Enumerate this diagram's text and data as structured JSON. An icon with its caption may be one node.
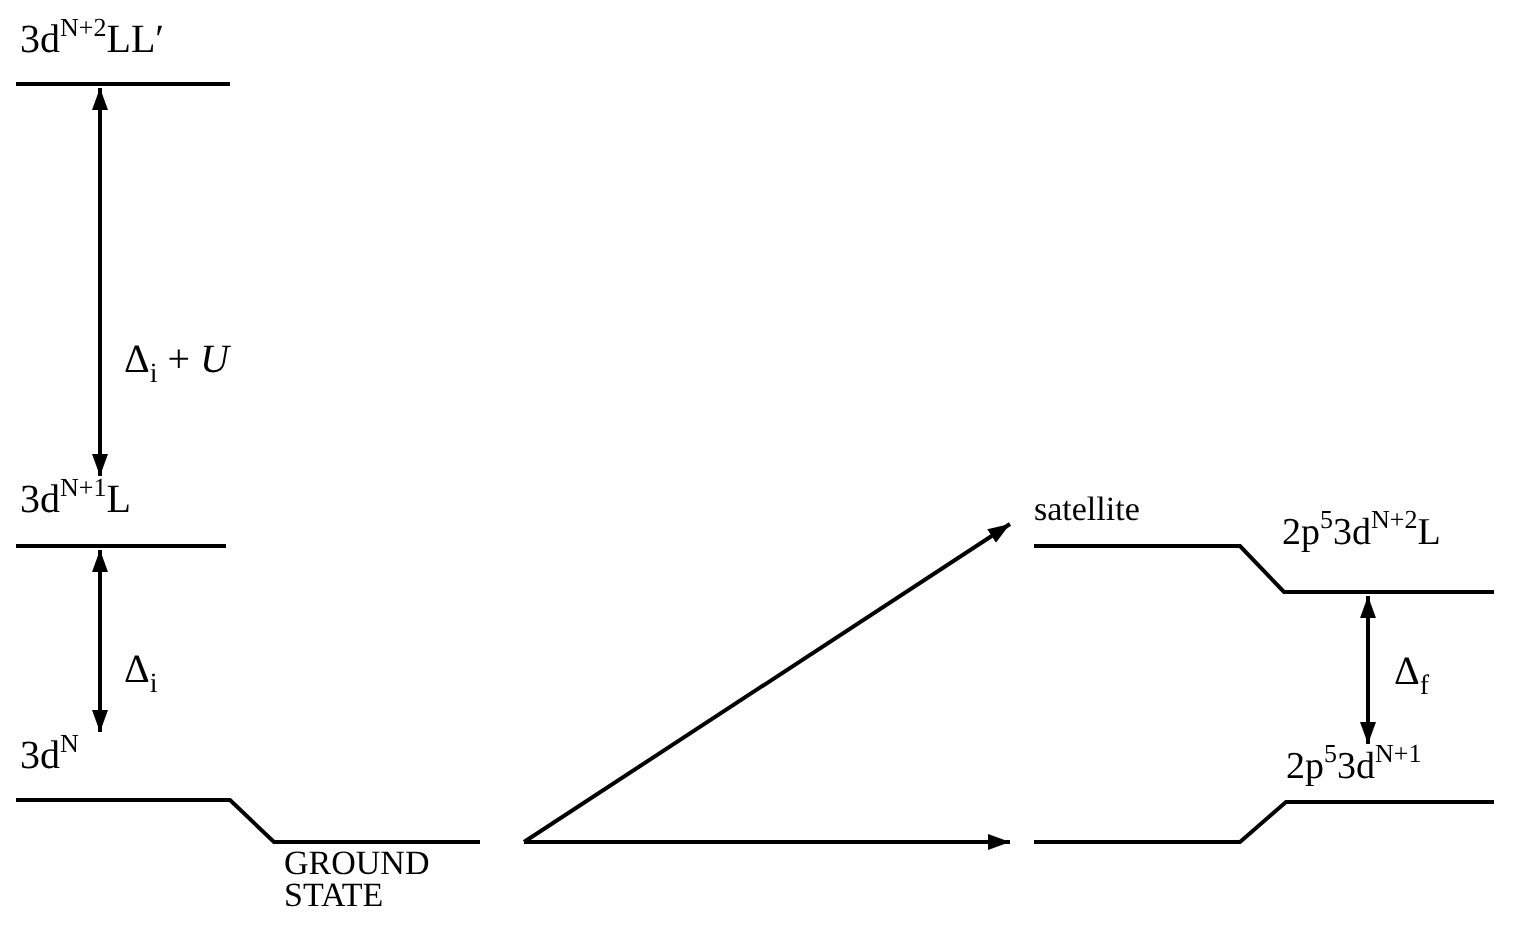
{
  "diagram": {
    "nodes": [
      {
        "text": [
          "3d$^{N+2}$LL′"
        ]
      },
      {
        "text": [
          "3d$^{N+1}$L"
        ]
      },
      {
        "text": [
          "3d$^{N}$",
          "GROUND STATE"
        ]
      },
      {
        "text": [
          "satellite",
          "2p$^{5}$3d$^{N+2}$L"
        ]
      },
      {
        "text": [
          "2p$^{5}$3d$^{N+1}$"
        ]
      }
    ],
    "edges": [
      {
        "from": 0,
        "to": 1,
        "arrow": "both",
        "label": "Δ$_{i}$ + *U*"
      },
      {
        "from": 1,
        "to": 2,
        "arrow": "both",
        "label": "Δ$_{i}$"
      },
      {
        "from": 2,
        "to": 3,
        "arrow": "to"
      },
      {
        "from": 2,
        "to": 4,
        "arrow": "to"
      },
      {
        "from": 3,
        "to": 4,
        "arrow": "both",
        "label": "Δ$_{f}$"
      }
    ]
  }
}
